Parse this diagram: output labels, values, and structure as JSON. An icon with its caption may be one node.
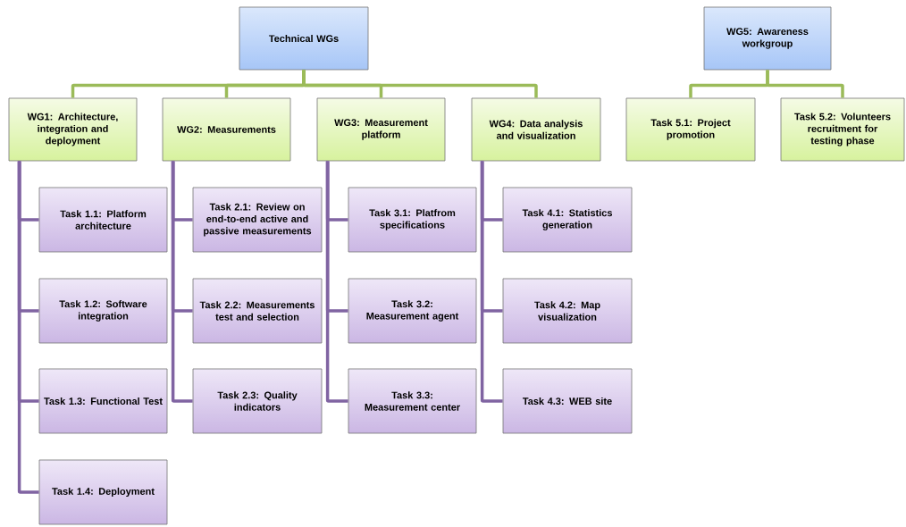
{
  "diagram": {
    "nodes": [
      {
        "text": [
          "Technical WGs"
        ]
      },
      {
        "text": [
          "WG1: Architecture, integration and deployment"
        ]
      },
      {
        "text": [
          "Task 1.1: Platform architecture"
        ]
      },
      {
        "text": [
          "Task 1.2: Software integration"
        ]
      },
      {
        "text": [
          "Task 1.3: Functional Test"
        ]
      },
      {
        "text": [
          "Task 1.4: Deployment"
        ]
      },
      {
        "text": [
          "WG2: Measurements"
        ]
      },
      {
        "text": [
          "Task 2.1: Review on end-to-end active and passive measurements"
        ]
      },
      {
        "text": [
          "Task 2.2: Measurements test and selection"
        ]
      },
      {
        "text": [
          "Task 2.3: Quality indicators"
        ]
      },
      {
        "text": [
          "WG3: Measurement platform"
        ]
      },
      {
        "text": [
          "Task 3.1: Platfrom specifications"
        ]
      },
      {
        "text": [
          "Task 3.2: Measurement agent"
        ]
      },
      {
        "text": [
          "Task 3.3: Measurement center"
        ]
      },
      {
        "text": [
          "WG4: Data analysis and visualization"
        ]
      },
      {
        "text": [
          "Task 4.1: Statistics generation"
        ]
      },
      {
        "text": [
          "Task 4.2: Map visualization"
        ]
      },
      {
        "text": [
          "Task 4.3: WEB site"
        ]
      },
      {
        "text": [
          "WG5: Awareness workgroup"
        ]
      },
      {
        "text": [
          "Task 5.1: Project promotion"
        ]
      },
      {
        "text": [
          "Task 5.2: Volunteers recruitment for testing phase"
        ]
      }
    ],
    "edges": [
      {
        "from": 0,
        "to": 1,
        "arrow": "none",
        "color": "#9bbb59"
      },
      {
        "from": 0,
        "to": 6,
        "arrow": "none",
        "color": "#9bbb59"
      },
      {
        "from": 0,
        "to": 10,
        "arrow": "none",
        "color": "#9bbb59"
      },
      {
        "from": 0,
        "to": 14,
        "arrow": "none",
        "color": "#9bbb59"
      },
      {
        "from": 1,
        "to": 2,
        "arrow": "none"
      },
      {
        "from": 1,
        "to": 3,
        "arrow": "none"
      },
      {
        "from": 1,
        "to": 4,
        "arrow": "none"
      },
      {
        "from": 1,
        "to": 5,
        "arrow": "none"
      },
      {
        "from": 6,
        "to": 7,
        "arrow": "none"
      },
      {
        "from": 6,
        "to": 8,
        "arrow": "none"
      },
      {
        "from": 6,
        "to": 9,
        "arrow": "none"
      },
      {
        "from": 10,
        "to": 11,
        "arrow": "none"
      },
      {
        "from": 10,
        "to": 12,
        "arrow": "none"
      },
      {
        "from": 10,
        "to": 13,
        "arrow": "none"
      },
      {
        "from": 14,
        "to": 15,
        "arrow": "none"
      },
      {
        "from": 14,
        "to": 16,
        "arrow": "none"
      },
      {
        "from": 14,
        "to": 17,
        "arrow": "none"
      },
      {
        "from": 18,
        "to": 19,
        "arrow": "none",
        "color": "#9bbb59"
      },
      {
        "from": 18,
        "to": 20,
        "arrow": "none",
        "color": "#9bbb59"
      }
    ]
  }
}
